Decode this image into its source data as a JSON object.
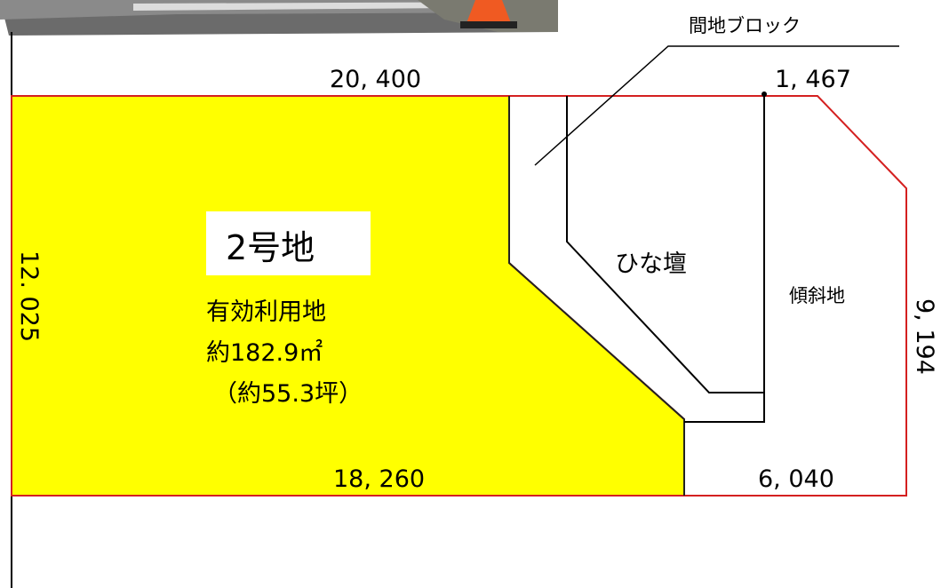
{
  "plot": {
    "name": "2号地",
    "usable_area_label": "有効利用地",
    "area_sqm": "約182.9㎡",
    "area_tsubo": "（約55.3坪）"
  },
  "dimensions": {
    "top_left": "20, 400",
    "top_right": "1, 467",
    "bottom_left": "18, 260",
    "bottom_right": "6, 040",
    "left_side": "12. 025",
    "right_side": "9, 194"
  },
  "annotations": {
    "block": "間地ブロック",
    "hina_dan": "ひな壇",
    "slope": "傾斜地"
  },
  "colors": {
    "plot_fill": "#ffff00",
    "boundary": "#d42020",
    "photo_road": "#5a5a5a",
    "cone": "#f05a22"
  }
}
